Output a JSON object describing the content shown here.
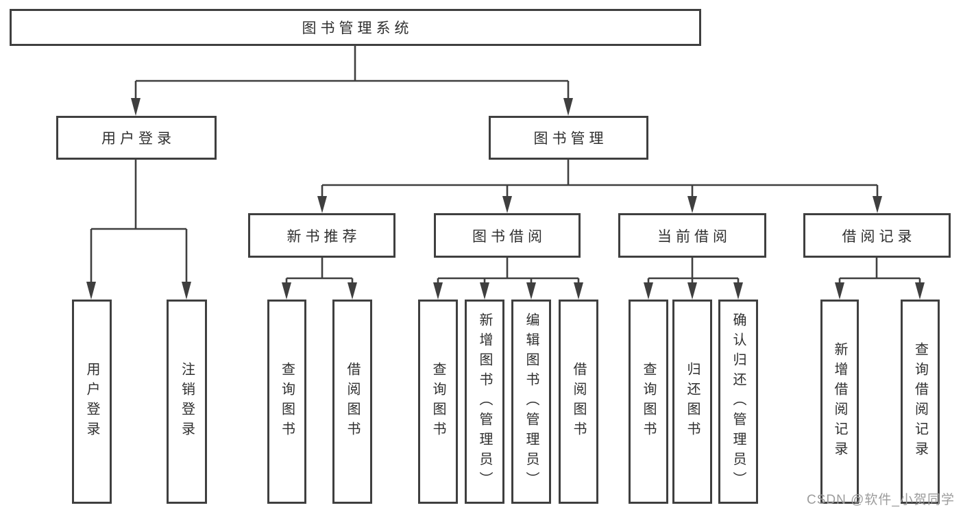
{
  "tree": {
    "root": "图书管理系统",
    "branches": [
      {
        "label": "用户登录",
        "children": [
          {
            "label": "用户登录"
          },
          {
            "label": "注销登录"
          }
        ]
      },
      {
        "label": "图书管理",
        "children": [
          {
            "label": "新书推荐",
            "children": [
              {
                "label": "查询图书"
              },
              {
                "label": "借阅图书"
              }
            ]
          },
          {
            "label": "图书借阅",
            "children": [
              {
                "label": "查询图书"
              },
              {
                "label": "新增图书（管理员）"
              },
              {
                "label": "编辑图书（管理员）"
              },
              {
                "label": "借阅图书"
              }
            ]
          },
          {
            "label": "当前借阅",
            "children": [
              {
                "label": "查询图书"
              },
              {
                "label": "归还图书"
              },
              {
                "label": "确认归还（管理员）"
              }
            ]
          },
          {
            "label": "借阅记录",
            "children": [
              {
                "label": "新增借阅记录"
              },
              {
                "label": "查询借阅记录"
              }
            ]
          }
        ]
      }
    ]
  },
  "watermark": {
    "text": "CSDN @软件_小贺同学"
  },
  "colors": {
    "line": "#3f3f3f",
    "text": "#2f2f2f",
    "watermark": "#9c9c9c",
    "background": "#ffffff"
  }
}
